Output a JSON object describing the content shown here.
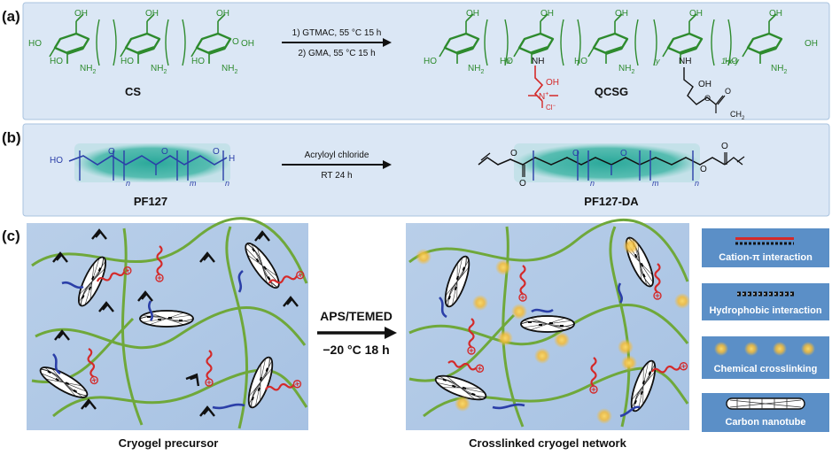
{
  "panels": {
    "a": {
      "label": "(a)",
      "left_product": "CS",
      "right_product": "QCSG",
      "step1": "1) GTMAC, 55 °C 15 h",
      "step2": "2) GMA, 55 °C 15 h",
      "atoms": {
        "oh": "OH",
        "ho": "HO",
        "nh2": "NH",
        "nh2_sub": "2",
        "o": "O",
        "nh": "NH",
        "n_plus": "N",
        "plus": "+",
        "cl": "Cl",
        "cl_minus": "−",
        "ch2": "CH",
        "ch2_sub": "2",
        "x": "x",
        "y": "y",
        "rest": "1-x-y"
      }
    },
    "b": {
      "label": "(b)",
      "left_product": "PF127",
      "right_product": "PF127-DA",
      "reagent": "Acryloyl chloride",
      "condition": "RT 24 h",
      "atoms": {
        "ho": "HO",
        "h": "H",
        "o": "O",
        "n": "n",
        "m": "m"
      }
    },
    "c": {
      "label": "(c)",
      "left_caption": "Cryogel precursor",
      "right_caption": "Crosslinked cryogel network",
      "arrow_top": "APS/TEMED",
      "arrow_bottom": "−20 °C 18 h",
      "legend": [
        {
          "label": "Cation-π interaction",
          "icon": "red-black-dash-icon"
        },
        {
          "label": "Hydrophobic interaction",
          "icon": "black-white-dash-icon"
        },
        {
          "label": "Chemical crosslinking",
          "icon": "yellow-glow-dot-icon"
        },
        {
          "label": "Carbon nanotube",
          "icon": "nanotube-icon"
        }
      ]
    }
  },
  "colors": {
    "panel_bg": "#dbe7f5",
    "panel_border": "#a9c3df",
    "chitosan_green": "#2e8b2e",
    "quaternary_red": "#d42a2a",
    "peg_blue": "#2b3fa8",
    "polymer_green": "#6fa83a",
    "teal_glow": "#2aa89a",
    "crosslink_yellow": "#f6c445",
    "legend_bg": "#5b8fc7"
  }
}
